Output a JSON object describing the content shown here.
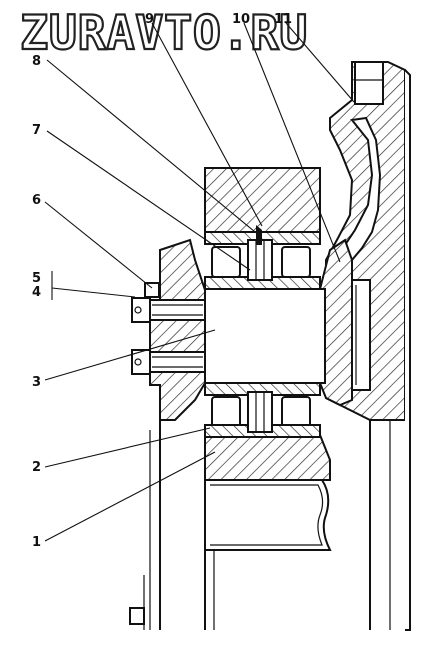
{
  "watermark": "ZURAVTO.RU",
  "callouts": [
    {
      "id": "1",
      "label": "1"
    },
    {
      "id": "2",
      "label": "2"
    },
    {
      "id": "3",
      "label": "3"
    },
    {
      "id": "4",
      "label": "4"
    },
    {
      "id": "5",
      "label": "5"
    },
    {
      "id": "6",
      "label": "6"
    },
    {
      "id": "7",
      "label": "7"
    },
    {
      "id": "8",
      "label": "8"
    },
    {
      "id": "9",
      "label": "9"
    },
    {
      "id": "10",
      "label": "10"
    },
    {
      "id": "11",
      "label": "11"
    }
  ]
}
